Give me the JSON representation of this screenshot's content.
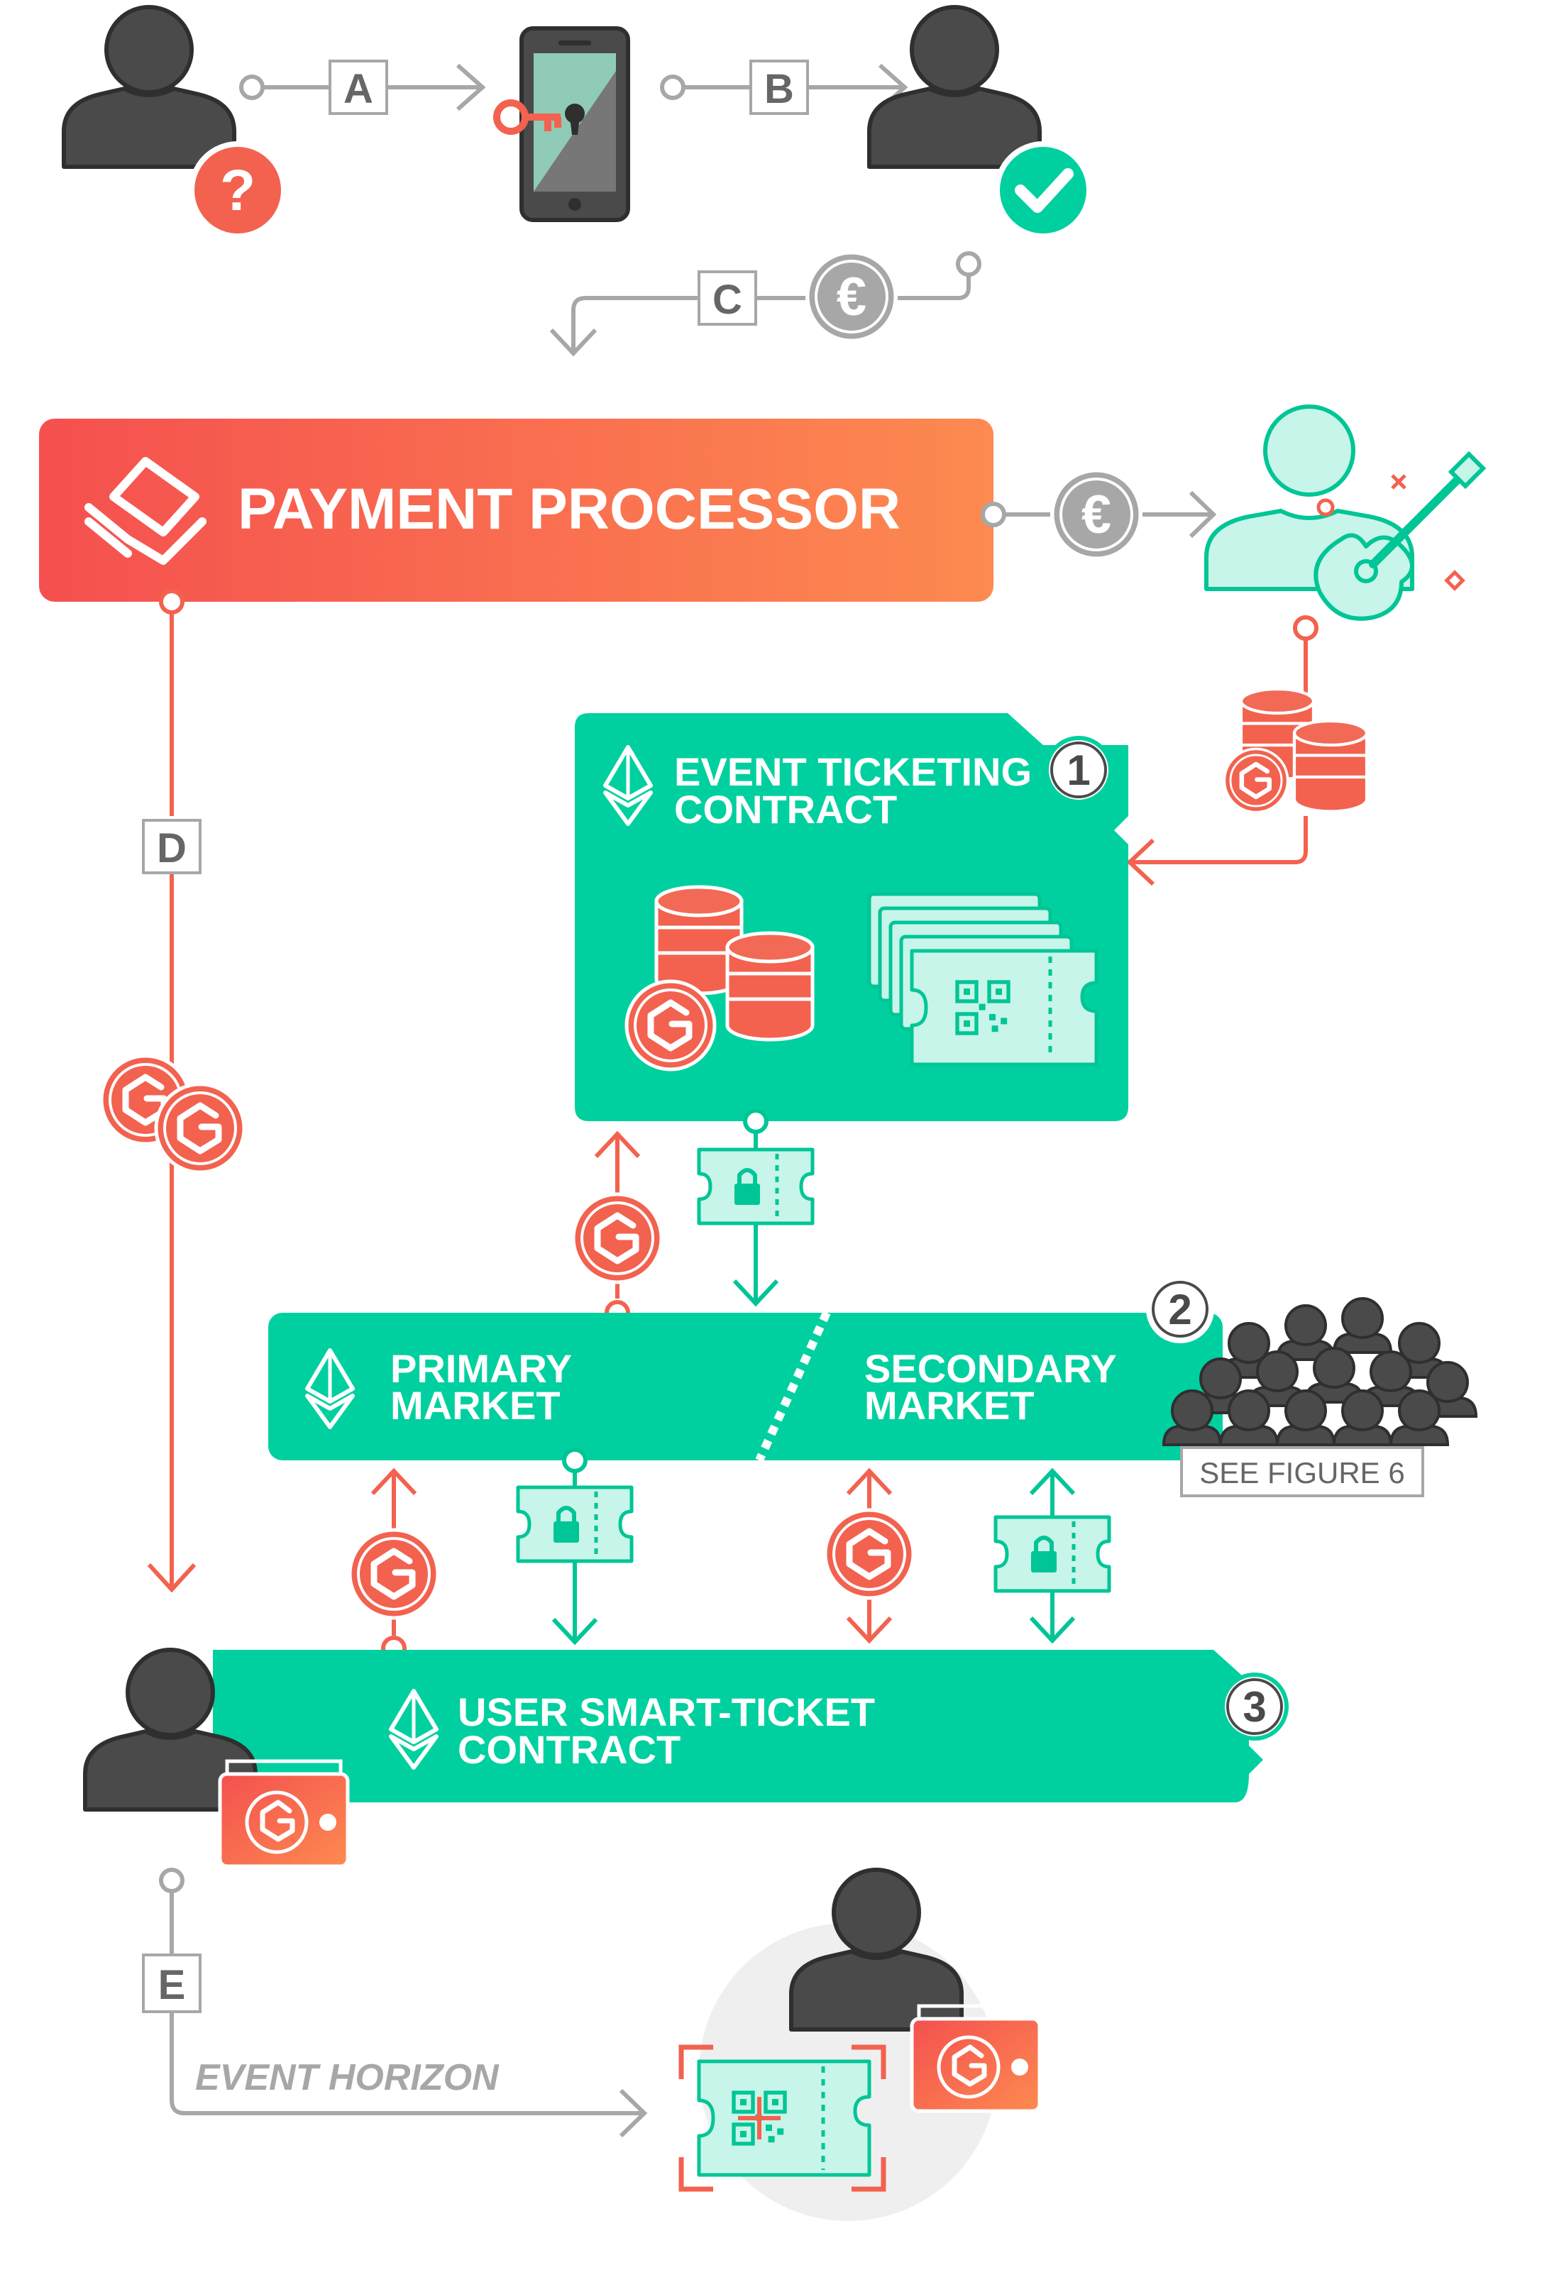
{
  "steps": {
    "a": "A",
    "b": "B",
    "c": "C",
    "d": "D",
    "e": "E"
  },
  "payment_processor": {
    "title": "PAYMENT PROCESSOR"
  },
  "currency_symbol": "€",
  "status_glyphs": {
    "unknown": "?",
    "verified": "✓"
  },
  "event_ticketing_contract": {
    "line1": "EVENT TICKETING",
    "line2": "CONTRACT",
    "number": "1"
  },
  "markets": {
    "primary_line1": "PRIMARY",
    "primary_line2": "MARKET",
    "secondary_line1": "SECONDARY",
    "secondary_line2": "MARKET",
    "number": "2",
    "see_figure": "SEE FIGURE 6"
  },
  "user_contract": {
    "line1": "USER SMART-TICKET",
    "line2": "CONTRACT",
    "number": "3"
  },
  "event_horizon": "EVENT HORIZON",
  "colors": {
    "coral": "#f2624f",
    "orange": "#fd8a50",
    "green": "#00d09f",
    "mint": "#c8f5e9",
    "dark_person": "#4a4a4a",
    "gray": "#a7a7a7"
  },
  "icons": [
    "unknown-user-icon",
    "locked-phone-icon",
    "key-icon",
    "verified-user-icon",
    "euro-coin-icon",
    "payment-processor-logo",
    "musician-icon",
    "guitar-icon",
    "token-stack-icon",
    "ethereum-icon",
    "ticket-stack-icon",
    "locked-ticket-icon",
    "crowd-icon",
    "g-token-icon",
    "wallet-icon",
    "qr-ticket-icon",
    "user-icon"
  ]
}
